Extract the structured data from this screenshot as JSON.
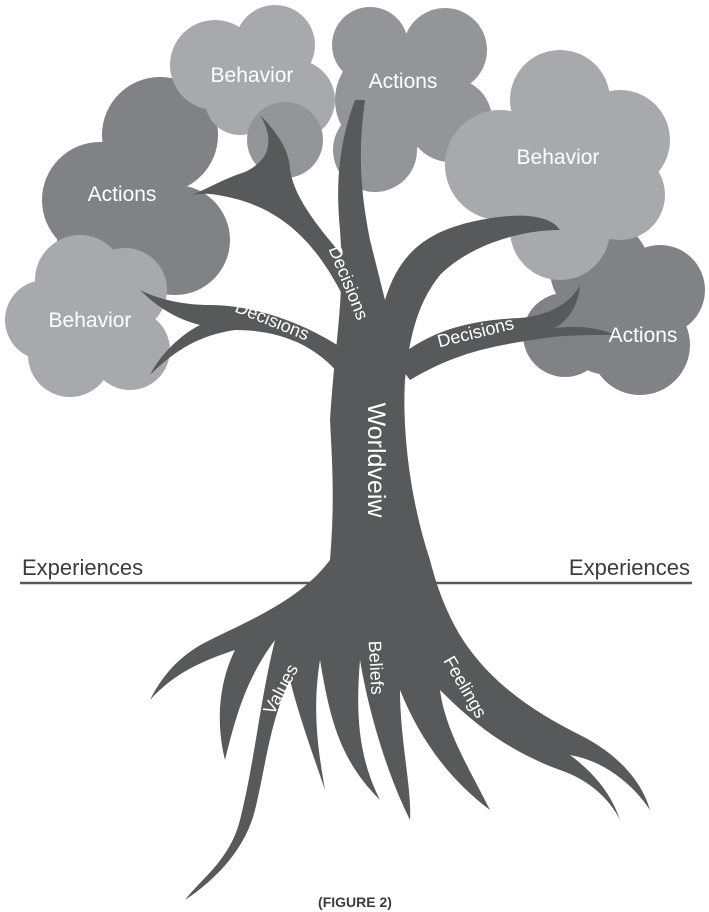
{
  "colors": {
    "trunk": "#58595b",
    "foliage_light": "#a7a9ac",
    "foliage_mid": "#939598",
    "foliage_dark": "#808285",
    "ground_line": "#58595b",
    "text_dark": "#3c3c3e"
  },
  "canopy": {
    "behavior_top": "Behavior",
    "actions_top": "Actions",
    "behavior_right": "Behavior",
    "actions_left": "Actions",
    "behavior_left": "Behavior",
    "actions_right": "Actions"
  },
  "branches": {
    "decisions_center": "Decisions",
    "decisions_left": "Decisions",
    "decisions_right": "Decisions"
  },
  "trunk_label": "Worldveiw",
  "ground": {
    "left_label": "Experiences",
    "right_label": "Experiences"
  },
  "roots": {
    "values": "Values",
    "beliefs": "Beliefs",
    "feelings": "Feelings"
  },
  "caption": "(FIGURE 2)"
}
